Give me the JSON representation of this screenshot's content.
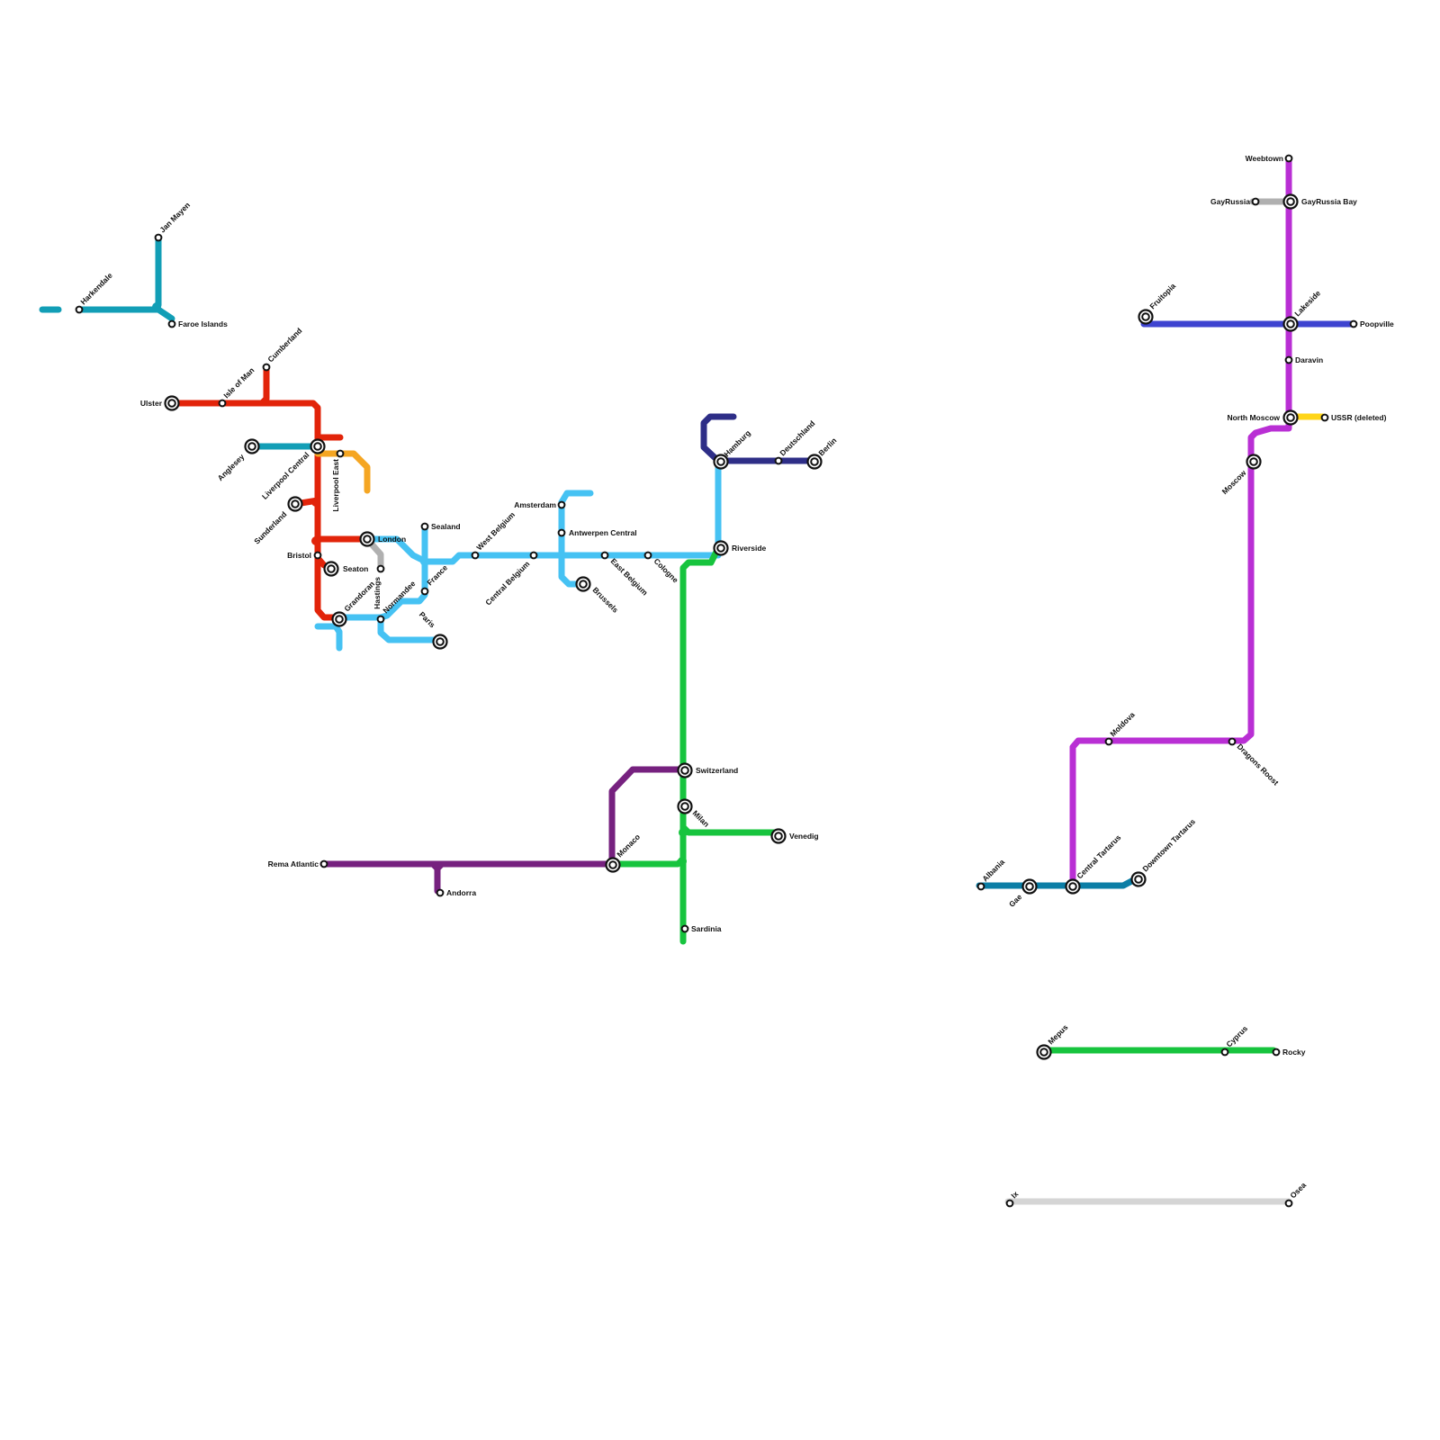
{
  "lines": [
    {
      "id": "faroe-line",
      "color": "#129eb6"
    },
    {
      "id": "irish-sea-line",
      "color": "#e2240a"
    },
    {
      "id": "anglesey-line",
      "color": "#129eb6"
    },
    {
      "id": "liverpool-east-line",
      "color": "#f5a623"
    },
    {
      "id": "hastings-line",
      "color": "#b0b0b0"
    },
    {
      "id": "continental-line",
      "color": "#46c2f3"
    },
    {
      "id": "hamburg-line",
      "color": "#2e2e87"
    },
    {
      "id": "alpine-line",
      "color": "#17c43e"
    },
    {
      "id": "rema-line",
      "color": "#76217f"
    },
    {
      "id": "moscow-line",
      "color": "#b92fd4"
    },
    {
      "id": "gayrussia-line",
      "color": "#b0b0b0"
    },
    {
      "id": "fruitopia-line",
      "color": "#3e44d0"
    },
    {
      "id": "ussr-line",
      "color": "#ffd519"
    },
    {
      "id": "tartarus-line",
      "color": "#0b7ea6"
    },
    {
      "id": "rocky-line",
      "color": "#17c43e"
    },
    {
      "id": "osea-line",
      "color": "#d5d5d5"
    }
  ],
  "stations": [
    {
      "name": "Harkendale"
    },
    {
      "name": "Jan Mayen"
    },
    {
      "name": "Faroe Islands"
    },
    {
      "name": "Ulster"
    },
    {
      "name": "Isle of Man"
    },
    {
      "name": "Cumberland"
    },
    {
      "name": "Anglesey"
    },
    {
      "name": "Liverpool Central"
    },
    {
      "name": "Liverpool East"
    },
    {
      "name": "Sunderland"
    },
    {
      "name": "Bristol"
    },
    {
      "name": "London"
    },
    {
      "name": "Seaton"
    },
    {
      "name": "Hastings"
    },
    {
      "name": "Grandoran"
    },
    {
      "name": "Normandee"
    },
    {
      "name": "Sealand"
    },
    {
      "name": "France"
    },
    {
      "name": "Paris"
    },
    {
      "name": "West Belgium"
    },
    {
      "name": "Central Belgium"
    },
    {
      "name": "Amsterdam"
    },
    {
      "name": "Antwerpen Central"
    },
    {
      "name": "Brussels"
    },
    {
      "name": "East Belgium"
    },
    {
      "name": "Cologne"
    },
    {
      "name": "Riverside"
    },
    {
      "name": "Hamburg"
    },
    {
      "name": "Deutschland"
    },
    {
      "name": "Berlin"
    },
    {
      "name": "Switzerland"
    },
    {
      "name": "Milan"
    },
    {
      "name": "Venedig"
    },
    {
      "name": "Monaco"
    },
    {
      "name": "Sardinia"
    },
    {
      "name": "Rema Atlantic"
    },
    {
      "name": "Andorra"
    },
    {
      "name": "Weebtown"
    },
    {
      "name": "GayRussia"
    },
    {
      "name": "GayRussia Bay"
    },
    {
      "name": "Fruitopia"
    },
    {
      "name": "Lakeside"
    },
    {
      "name": "Poopville"
    },
    {
      "name": "Daravin"
    },
    {
      "name": "North Moscow"
    },
    {
      "name": "USSR (deleted)"
    },
    {
      "name": "Moscow"
    },
    {
      "name": "Moldova"
    },
    {
      "name": "Dragons Roost"
    },
    {
      "name": "Albania"
    },
    {
      "name": "Gae"
    },
    {
      "name": "Central Tartarus"
    },
    {
      "name": "Downtown Tartarus"
    },
    {
      "name": "Mepus"
    },
    {
      "name": "Cyprus"
    },
    {
      "name": "Rocky"
    },
    {
      "name": "Ix"
    },
    {
      "name": "Osea"
    }
  ]
}
